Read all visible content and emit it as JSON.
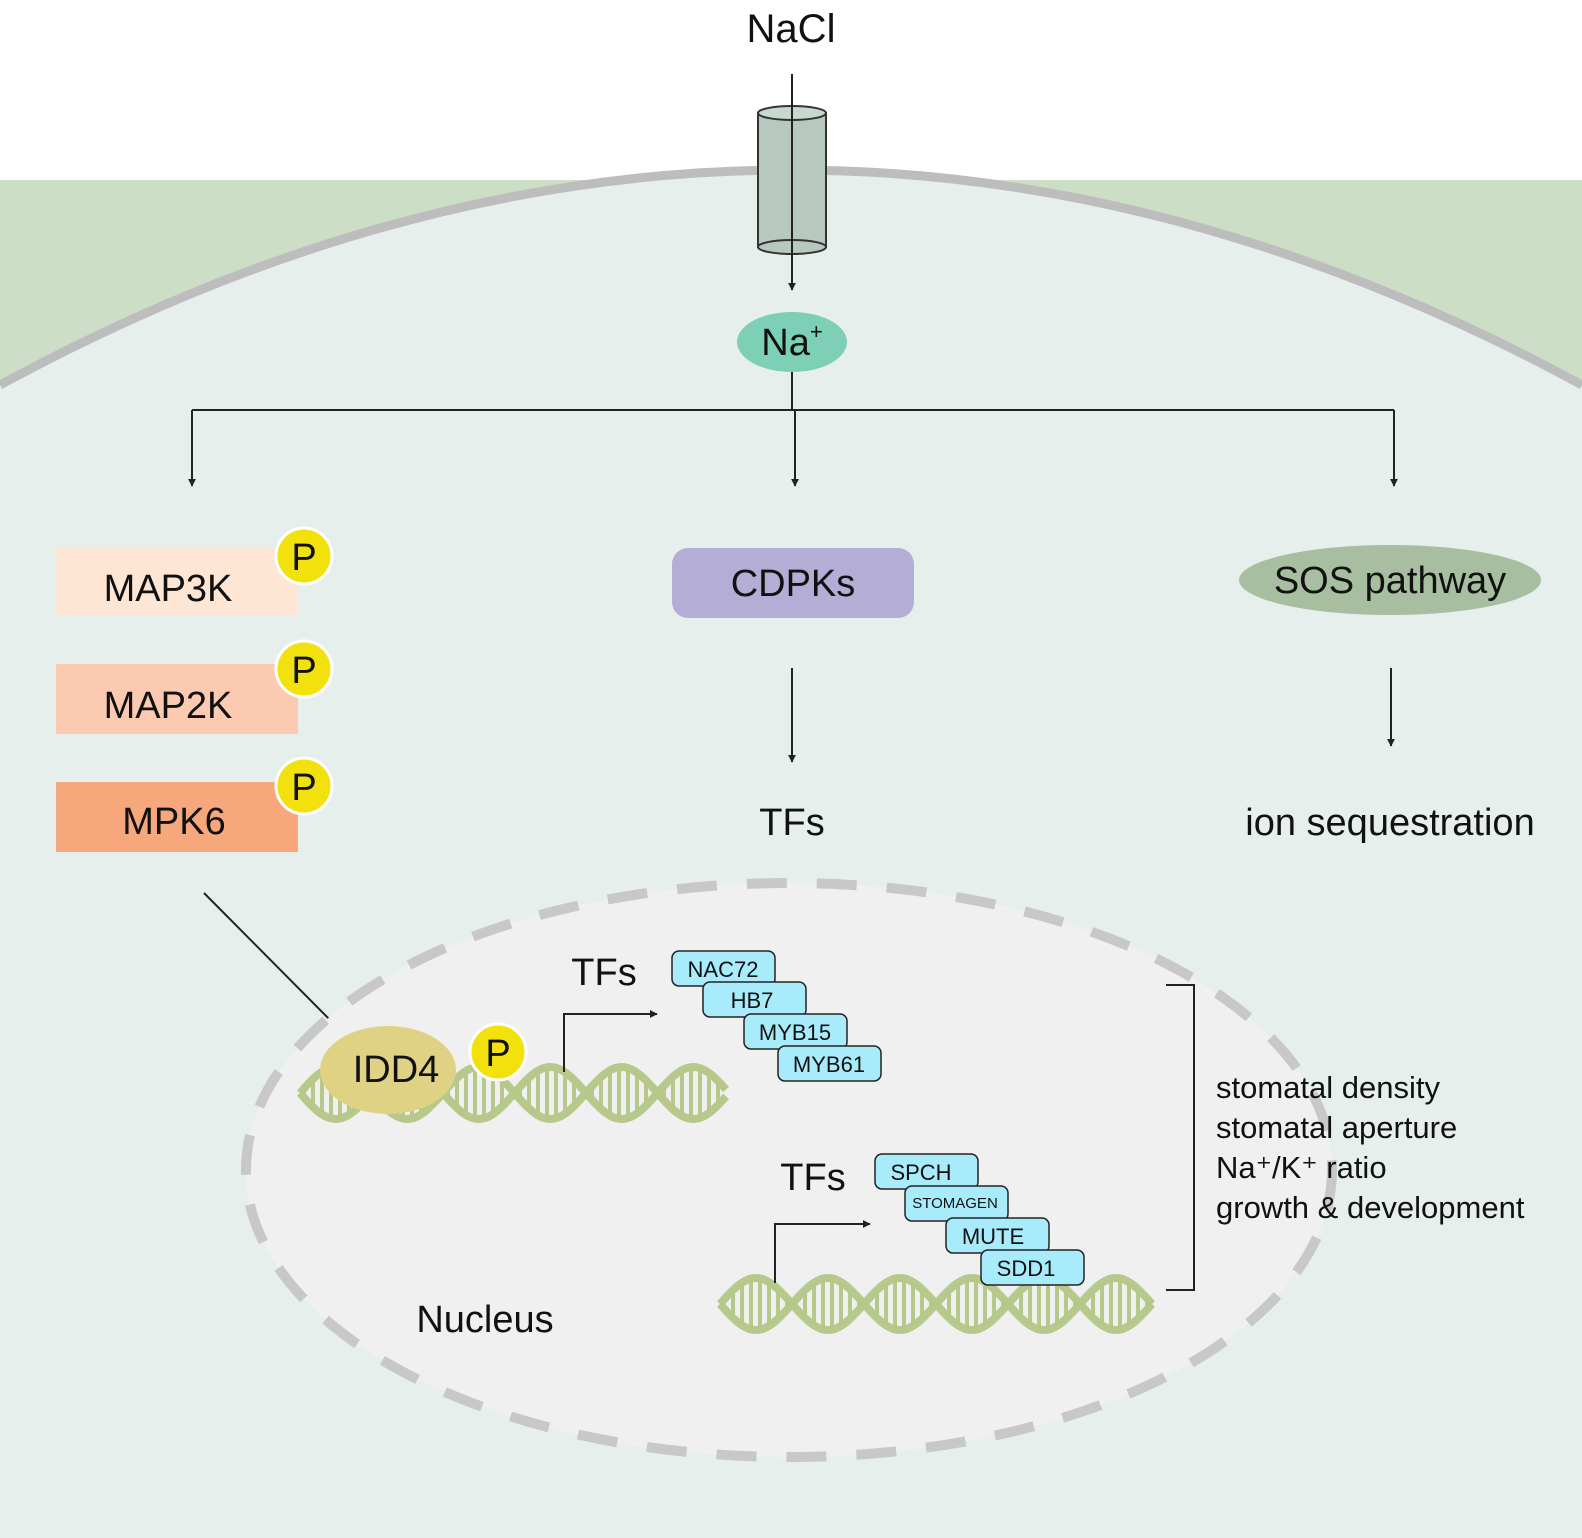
{
  "stimulus": {
    "label": "NaCl"
  },
  "ion": {
    "base": "Na",
    "charge": "+"
  },
  "colors": {
    "cell_wall_fill": "#cddec7",
    "cytoplasm": "#e7efec",
    "membrane": "#bdbdbd",
    "channel": "#b7c9bf",
    "ion_fill": "#7dcfb6",
    "map3k": "#fde6d4",
    "map2k": "#fbcab0",
    "mpk6": "#f6a77c",
    "phospho": "#f2e10c",
    "cdpks": "#b4aed6",
    "sos": "#a8bea0",
    "nucleus": "#f0f0f0",
    "idd4": "#e0d284",
    "dna": "#b7c98a",
    "tf_box": "#a8ecfb"
  },
  "branches": {
    "mapk": [
      {
        "name": "map3k",
        "label": "MAP3K"
      },
      {
        "name": "map2k",
        "label": "MAP2K"
      },
      {
        "name": "mpk6",
        "label": "MPK6"
      }
    ],
    "phospho_label": "P",
    "cdpks": {
      "label": "CDPKs",
      "downstream": "TFs"
    },
    "sos": {
      "label": "SOS pathway",
      "downstream": "ion sequestration"
    }
  },
  "nucleus": {
    "label": "Nucleus",
    "idd4": "IDD4",
    "group_a": {
      "label": "TFs",
      "genes": [
        "NAC72",
        "HB7",
        "MYB15",
        "MYB61"
      ]
    },
    "group_b": {
      "label": "TFs",
      "genes": [
        "SPCH",
        "STOMAGEN",
        "MUTE",
        "SDD1"
      ]
    }
  },
  "outcomes": [
    "stomatal density",
    "stomatal aperture",
    "Na⁺/K⁺ ratio",
    "growth & development"
  ]
}
